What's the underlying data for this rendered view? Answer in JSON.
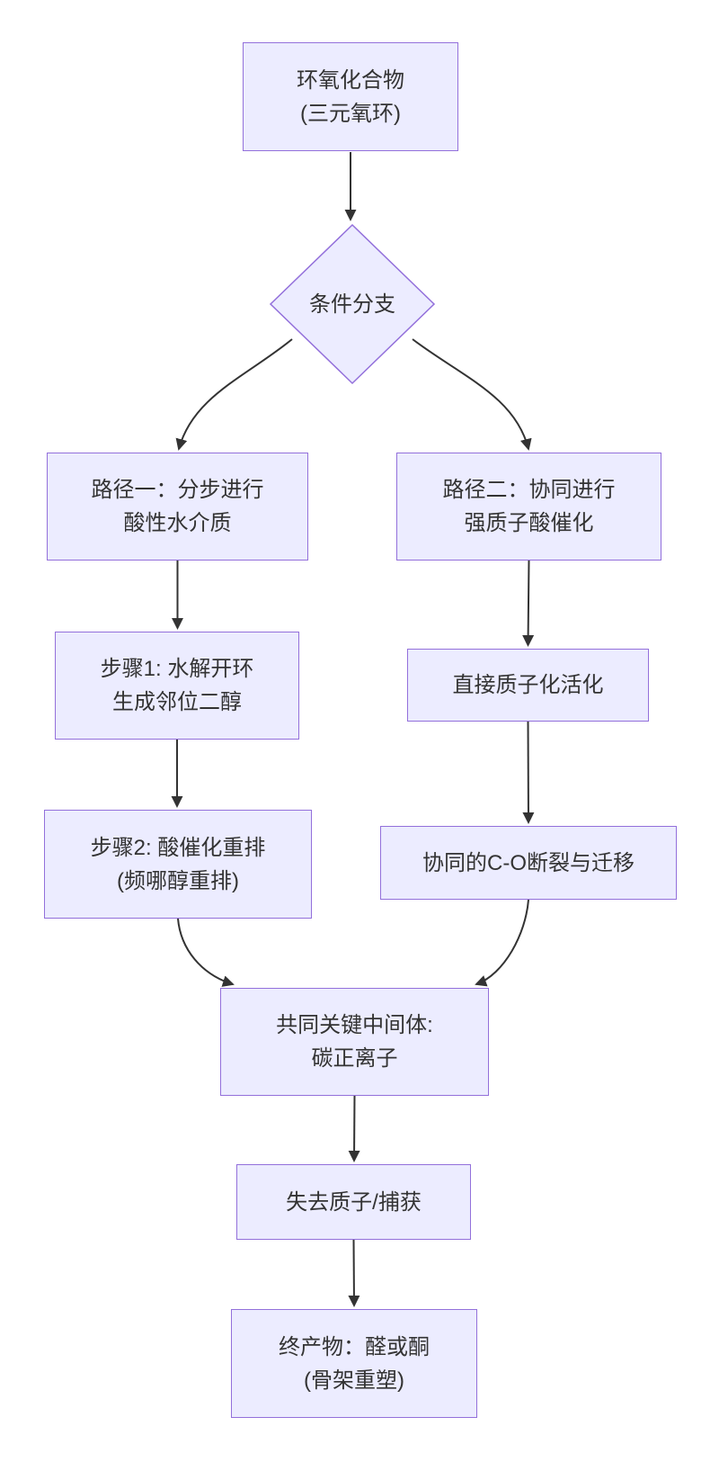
{
  "diagram": {
    "type": "flowchart",
    "direction": "top-down",
    "colors": {
      "node_fill": "#ECECFF",
      "node_border": "#9370DB",
      "edge_line": "#333333",
      "text": "#333333",
      "background": "#ffffff"
    },
    "nodes": {
      "epoxide": {
        "shape": "rect",
        "lines": [
          "环氧化合物",
          "(三元氧环)"
        ]
      },
      "branch": {
        "shape": "diamond",
        "lines": [
          "条件分支"
        ]
      },
      "path1": {
        "shape": "rect",
        "lines": [
          "路径一：分步进行",
          "酸性水介质"
        ]
      },
      "path2": {
        "shape": "rect",
        "lines": [
          "路径二：协同进行",
          "强质子酸催化"
        ]
      },
      "step1": {
        "shape": "rect",
        "lines": [
          "步骤1: 水解开环",
          "生成邻位二醇"
        ]
      },
      "protonation": {
        "shape": "rect",
        "lines": [
          "直接质子化活化"
        ]
      },
      "step2": {
        "shape": "rect",
        "lines": [
          "步骤2: 酸催化重排",
          "(频哪醇重排)"
        ]
      },
      "concerted": {
        "shape": "rect",
        "lines": [
          "协同的C-O断裂与迁移"
        ]
      },
      "intermediate": {
        "shape": "rect",
        "lines": [
          "共同关键中间体:",
          "碳正离子"
        ]
      },
      "deprotonation": {
        "shape": "rect",
        "lines": [
          "失去质子/捕获"
        ]
      },
      "product": {
        "shape": "rect",
        "lines": [
          "终产物：醛或酮",
          "(骨架重塑)"
        ]
      }
    },
    "edges": [
      {
        "from": "epoxide",
        "to": "branch"
      },
      {
        "from": "branch",
        "to": "path1"
      },
      {
        "from": "branch",
        "to": "path2"
      },
      {
        "from": "path1",
        "to": "step1"
      },
      {
        "from": "path2",
        "to": "protonation"
      },
      {
        "from": "step1",
        "to": "step2"
      },
      {
        "from": "protonation",
        "to": "concerted"
      },
      {
        "from": "step2",
        "to": "intermediate"
      },
      {
        "from": "concerted",
        "to": "intermediate"
      },
      {
        "from": "intermediate",
        "to": "deprotonation"
      },
      {
        "from": "deprotonation",
        "to": "product"
      }
    ]
  }
}
